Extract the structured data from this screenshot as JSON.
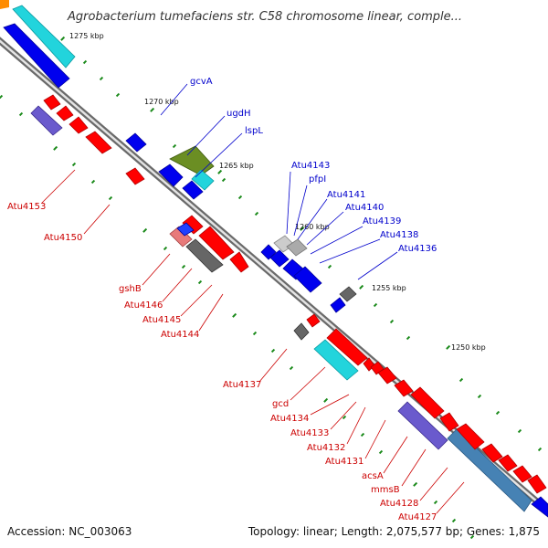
{
  "title": "Agrobacterium tumefaciens str. C58 chromosome linear, comple...",
  "footer": {
    "accession": "Accession: NC_003063",
    "summary": "Topology: linear; Length: 2,075,577 bp; Genes: 1,875"
  },
  "kbp_labels": [
    "1275 kbp",
    "1270 kbp",
    "1265 kbp",
    "1260 kbp",
    "1255 kbp",
    "1250 kbp"
  ],
  "gene_labels_forward": [
    "gcvA",
    "ugdH",
    "lspL",
    "Atu4143",
    "pfpI",
    "Atu4141",
    "Atu4140",
    "Atu4139",
    "Atu4138",
    "Atu4136"
  ],
  "gene_labels_reverse": [
    "Atu4153",
    "Atu4150",
    "gshB",
    "Atu4146",
    "Atu4145",
    "Atu4144",
    "Atu4137",
    "gcd",
    "Atu4134",
    "Atu4133",
    "Atu4132",
    "Atu4131",
    "acsA",
    "mmsB",
    "Atu4128",
    "Atu4127"
  ],
  "colors": {
    "reverse_gene": "#ff0000",
    "forward_gene": "#0000ee",
    "forward_label": "#0000cc",
    "reverse_label": "#cc0000",
    "cyan_gene": "#22d4dc",
    "olive_gene": "#6b8e23",
    "gray_gene": "#777777",
    "purple_gene": "#6a5acd",
    "steel_gene": "#4682b4",
    "tick": "#1a8a1a",
    "backbone": "#8a8a8a"
  }
}
